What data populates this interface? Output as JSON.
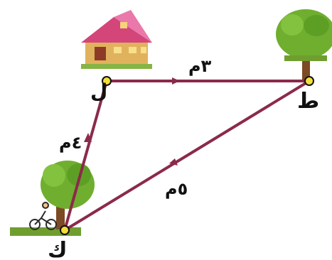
{
  "points": {
    "house_label": "ل",
    "tree_label": "ط",
    "start_label": "ك"
  },
  "segments": {
    "house_to_tree": "٣م",
    "start_to_house": "٤م",
    "tree_to_start": "٥م"
  },
  "colors": {
    "path_line": "#8b2a4a",
    "point_fill": "#f2df3a"
  },
  "icons": {
    "house": "house-icon",
    "tree": "tree-icon",
    "cyclist": "cyclist-icon"
  }
}
